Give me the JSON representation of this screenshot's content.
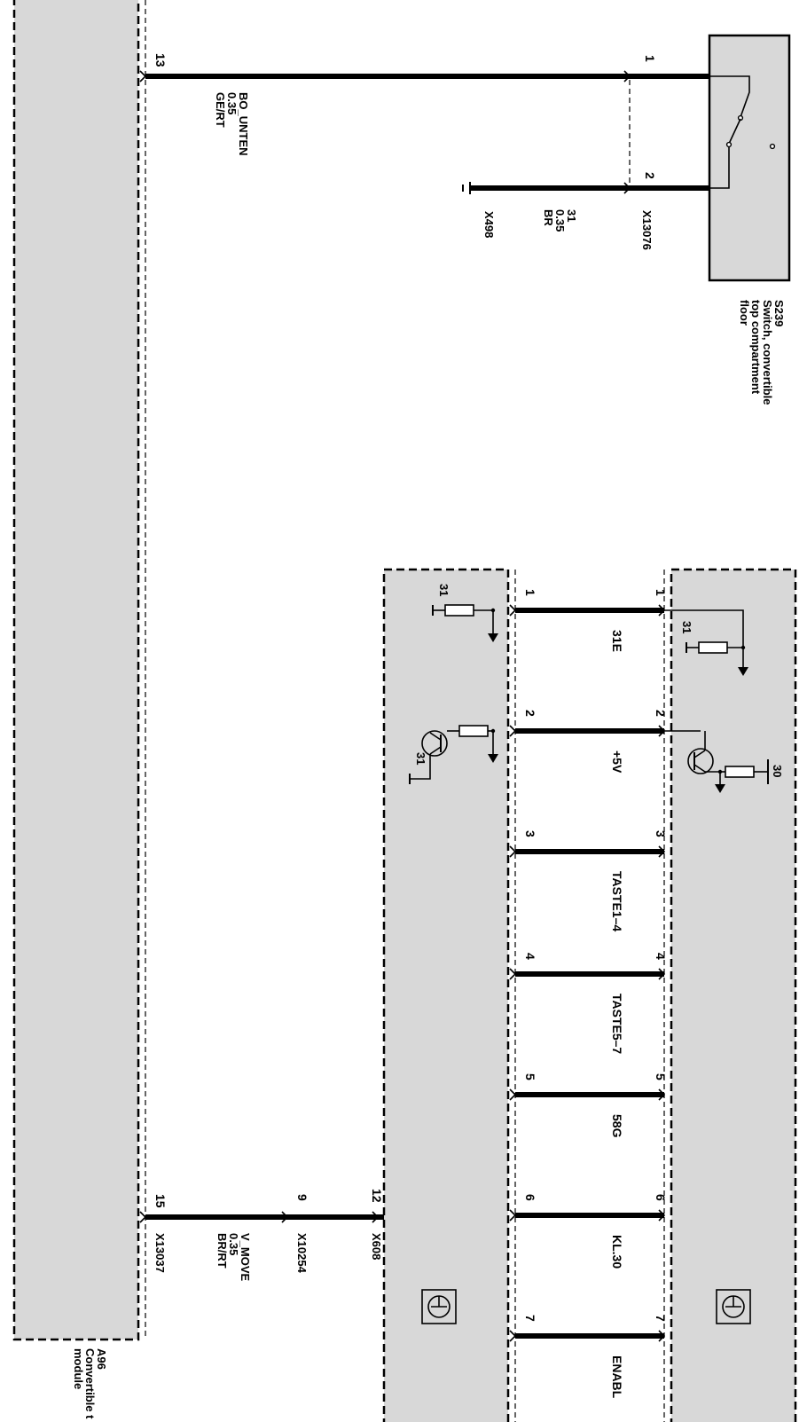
{
  "module_a96": {
    "id": "A96",
    "name_line1": "Convertible t",
    "name_line2": "module"
  },
  "switch_s239": {
    "id": "S239",
    "name_line1": "Switch, convertible",
    "name_line2": "top compartment",
    "name_line3": "floor"
  },
  "wire_top": {
    "pin_module": "13",
    "signal": "BO_UNTEN",
    "gauge": "0.35",
    "color": "GE/RT",
    "pin_switch_1": "1",
    "pin_switch_2": "2",
    "connector": "X13076"
  },
  "ground_wire": {
    "terminal": "31",
    "gauge": "0.35",
    "color": "BR",
    "ground": "X498"
  },
  "wire_bottom": {
    "pin_module": "15",
    "connector_module": "X13037",
    "signal": "V_MOVE",
    "gauge": "0.35",
    "color": "BR/RT",
    "pin_mid": "9",
    "connector_mid": "X10254",
    "pin_end": "12",
    "connector_end": "X608"
  },
  "bus": {
    "left_terminal_1": "31",
    "left_terminal_2": "31",
    "right_terminal_1": "31",
    "right_terminal_2": "30",
    "lines": [
      {
        "pin": "1",
        "signal": "31E"
      },
      {
        "pin": "2",
        "signal": "+5V"
      },
      {
        "pin": "3",
        "signal": "TASTE1–4"
      },
      {
        "pin": "4",
        "signal": "TASTE5–7"
      },
      {
        "pin": "5",
        "signal": "58G"
      },
      {
        "pin": "6",
        "signal": "KL.30"
      },
      {
        "pin": "7",
        "signal": "ENABL"
      }
    ]
  }
}
